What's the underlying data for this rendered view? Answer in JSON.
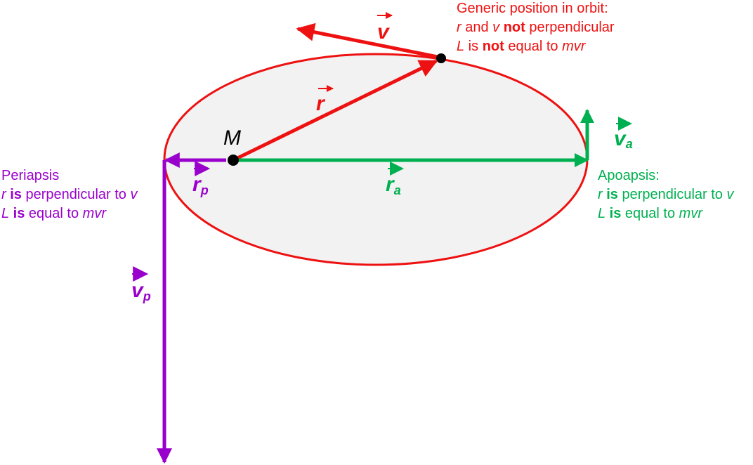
{
  "colors": {
    "generic": "#ee1111",
    "apoapsis": "#00b050",
    "periapsis": "#9900cc",
    "orbit_fill": "#f2f2f2",
    "mass": "#000000"
  },
  "mass_label": "M",
  "generic": {
    "v_label": "v",
    "r_label": "r",
    "line1": "Generic position in orbit:",
    "line2": {
      "r": "r",
      "and": " and ",
      "v": "v",
      "not": " not",
      "rest": " perpendicular"
    },
    "line3": {
      "L": "L",
      "is": " is ",
      "not": "not",
      "rest": " equal to ",
      "mvr": "mvr"
    }
  },
  "apoapsis": {
    "v_label": "v",
    "v_sub": "a",
    "r_label": "r",
    "r_sub": "a",
    "title": "Apoapsis:",
    "line2": {
      "r": "r",
      "is": " is",
      "rest": " perpendicular to ",
      "v": "v"
    },
    "line3": {
      "L": "L",
      "is": " is",
      "rest": " equal to ",
      "mvr": "mvr"
    }
  },
  "periapsis": {
    "v_label": "v",
    "v_sub": "p",
    "r_label": "r",
    "r_sub": "p",
    "title": "Periapsis",
    "line2": {
      "r": "r",
      "is": " is",
      "rest": " perpendicular to ",
      "v": "v"
    },
    "line3": {
      "L": "L",
      "is": " is",
      "rest": " equal to ",
      "mvr": "mvr"
    }
  }
}
